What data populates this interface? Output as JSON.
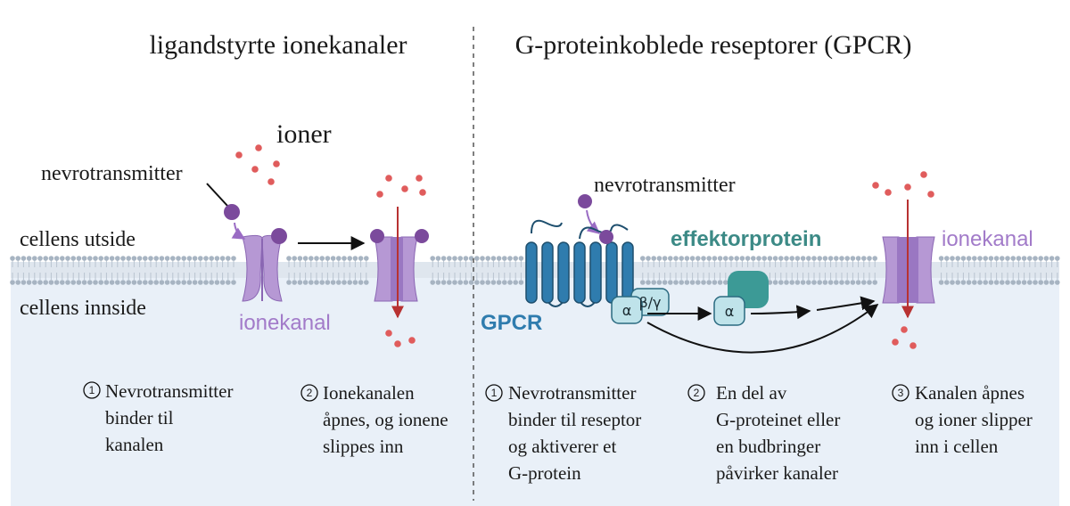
{
  "titles": {
    "left": "ligandstyrte ionekanaler",
    "right": "G-proteinkoblede reseptorer (GPCR)"
  },
  "labels": {
    "ions": "ioner",
    "neurotransmitter_left": "nevrotransmitter",
    "neurotransmitter_right": "nevrotransmitter",
    "outside": "cellens utside",
    "inside": "cellens innside",
    "ion_channel_left": "ionekanal",
    "ion_channel_right": "ionekanal",
    "gpcr": "GPCR",
    "effector": "effektorprotein",
    "alpha": "α",
    "alpha2": "α",
    "beta_gamma": "β/γ"
  },
  "steps": {
    "left1": {
      "num": "1",
      "lines": [
        "Nevrotransmitter",
        "binder til",
        "kanalen"
      ]
    },
    "left2": {
      "num": "2",
      "lines": [
        "Ionekanalen",
        "åpnes, og ionene",
        "slippes inn"
      ]
    },
    "right1": {
      "num": "1",
      "lines": [
        "Nevrotransmitter",
        "binder til reseptor",
        "og aktiverer et",
        "G-protein"
      ]
    },
    "right2": {
      "num": "2",
      "lines": [
        "En del av",
        "G-proteinet eller",
        "en budbringer",
        "påvirker kanaler"
      ]
    },
    "right3": {
      "num": "3",
      "lines": [
        "Kanalen åpnes",
        "og ioner slipper",
        "inn i cellen"
      ]
    }
  },
  "colors": {
    "inside_bg": "#e9f0f8",
    "membrane": "#a7b4c2",
    "channel": "#b698d4",
    "channel_dark": "#8a66b3",
    "ligand": "#7b4a9c",
    "ion": "#e05c5c",
    "gpcr": "#2f7cae",
    "effector": "#3c9a96",
    "gprotein": "#bfe3ea",
    "purple_text": "#a27bc9",
    "blue_text": "#2f7cae",
    "teal_text": "#3c8a86"
  }
}
